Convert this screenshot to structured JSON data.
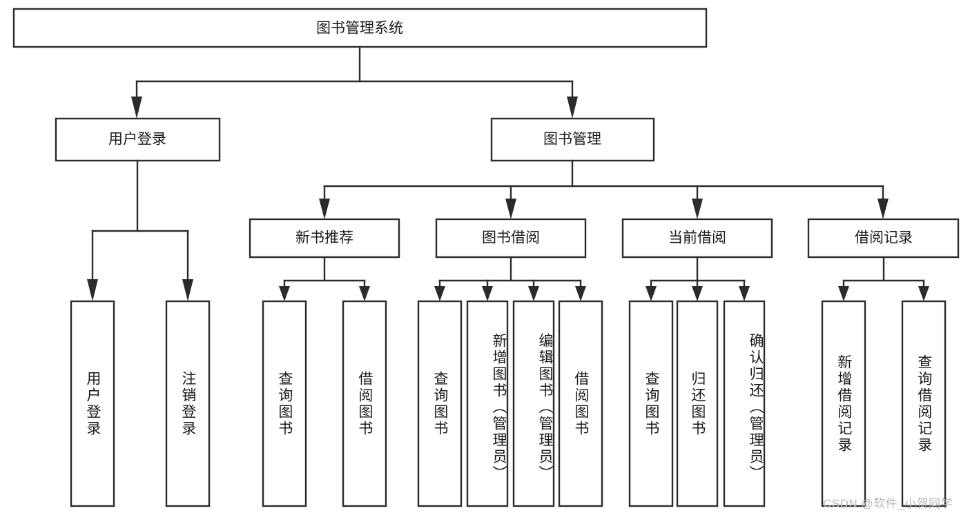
{
  "diagram": {
    "title": "图书管理系统",
    "type": "tree-hierarchy-diagram",
    "colors": {
      "stroke": "#2b2b2b",
      "fill": "#ffffff",
      "text": "#1a1a1a",
      "watermark": "#b9b9b9",
      "background": "#ffffff"
    },
    "root": {
      "label": "图书管理系统"
    },
    "level1": [
      {
        "label": "用户登录"
      },
      {
        "label": "图书管理"
      }
    ],
    "level2": [
      {
        "label": "新书推荐"
      },
      {
        "label": "图书借阅"
      },
      {
        "label": "当前借阅"
      },
      {
        "label": "借阅记录"
      }
    ],
    "leaves": {
      "user_login": [
        {
          "label": "用户登录"
        },
        {
          "label": "注销登录"
        }
      ],
      "new_book_recommend": [
        {
          "label": "查询图书"
        },
        {
          "label": "借阅图书"
        }
      ],
      "book_borrow": [
        {
          "label": "查询图书"
        },
        {
          "label": "新增图书（管理员）"
        },
        {
          "label": "编辑图书（管理员）"
        },
        {
          "label": "借阅图书"
        }
      ],
      "current_borrow": [
        {
          "label": "查询图书"
        },
        {
          "label": "归还图书"
        },
        {
          "label": "确认归还（管理员）"
        }
      ],
      "borrow_record": [
        {
          "label": "新增借阅记录"
        },
        {
          "label": "查询借阅记录"
        }
      ]
    }
  },
  "watermark": {
    "text": "CSDN @软件_小贺同学"
  }
}
